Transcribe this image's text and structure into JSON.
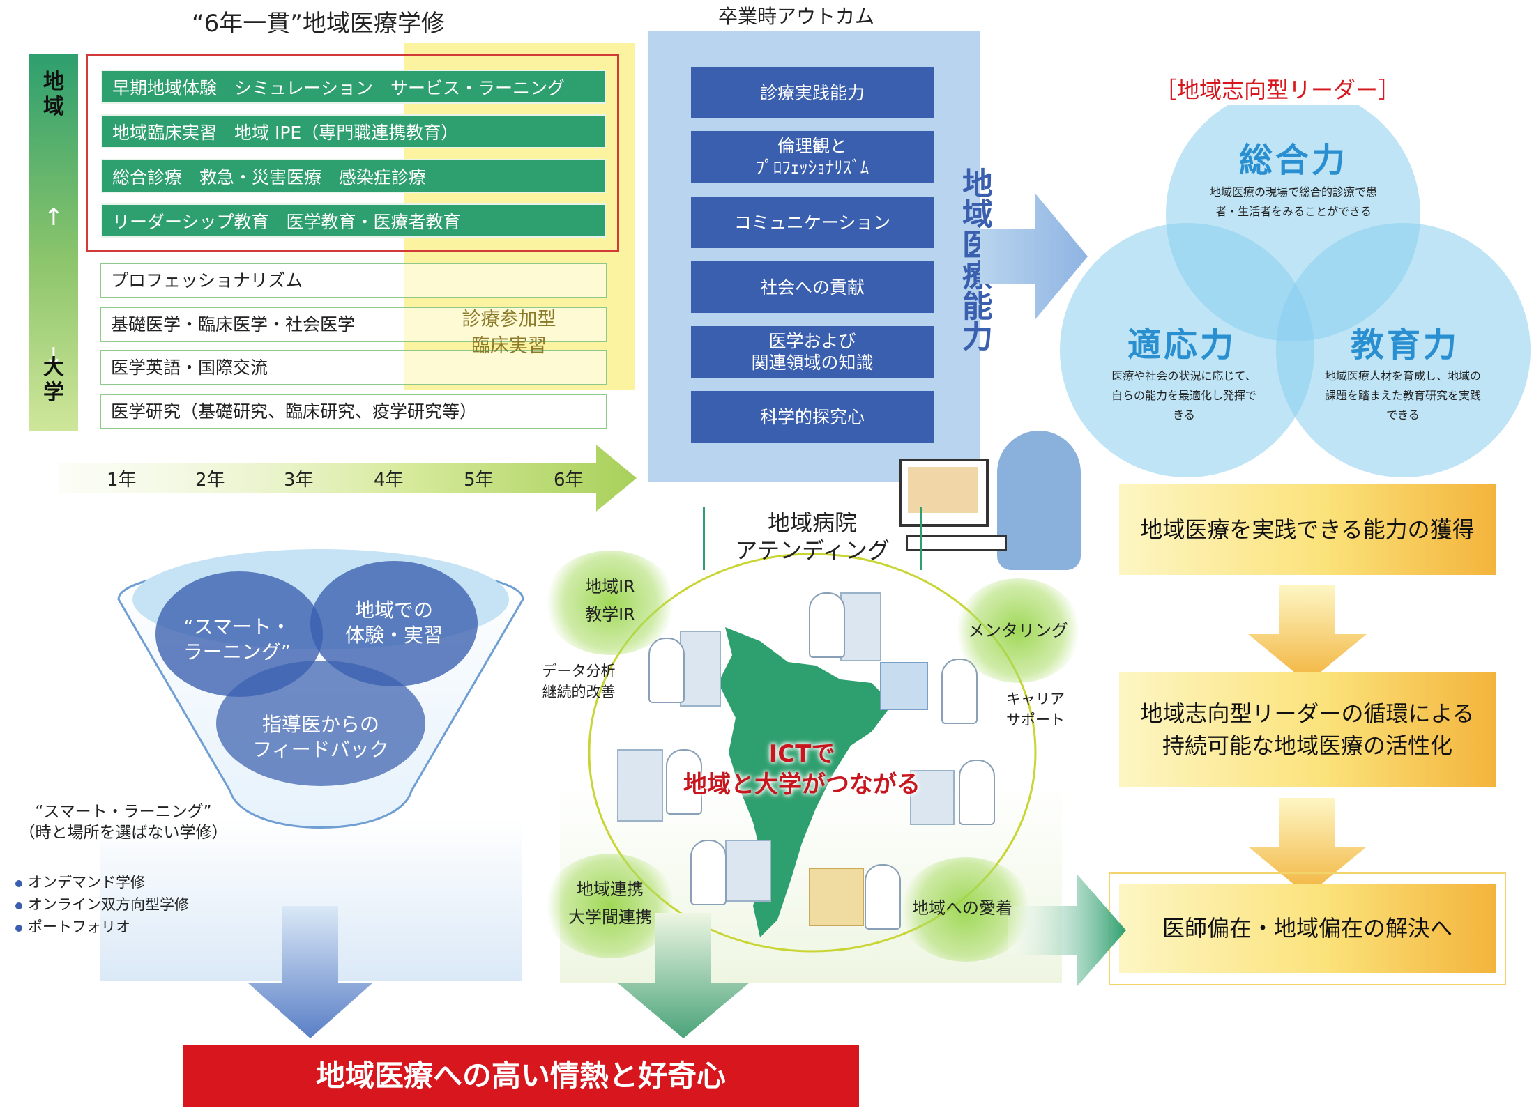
{
  "curriculum": {
    "title": "“6年一貫”地域医療学修",
    "axis_top": "地域",
    "axis_bottom": "大学",
    "axis_arrow": "↑\n↓",
    "green_rows": [
      "早期地域体験　シミュレーション　サービス・ラーニング",
      "地域臨床実習　地域 IPE（専門職連携教育）",
      "総合診療　救急・災害医療　感染症診療",
      "リーダーシップ教育　医学教育・医療者教育"
    ],
    "white_rows": [
      "プロフェッショナリズム",
      "基礎医学・臨床医学・社会医学",
      "医学英語・国際交流",
      "医学研究（基礎研究、臨床研究、疫学研究等）"
    ],
    "clerkship_label": "診療参加型\n臨床実習",
    "years": [
      "1年",
      "2年",
      "3年",
      "4年",
      "5年",
      "6年"
    ]
  },
  "outcomes": {
    "title": "卒業時アウトカム",
    "items": [
      "診療実践能力",
      "倫理観と\nﾌﾟﾛﾌｪｯｼｮﾅﾘｽﾞﾑ",
      "コミュニケーション",
      "社会への貢献",
      "医学および\n関連領域の知識",
      "科学的探究心"
    ],
    "vertical_label": "地域医療能力"
  },
  "leader": {
    "title": "［地域志向型リーダー］",
    "circles": [
      {
        "title": "総合力",
        "desc": "地域医療の現場で総合的診療で患\n者・生活者をみることができる"
      },
      {
        "title": "適応力",
        "desc": "医療や社会の状況に応じて、\n自らの能力を最適化し発揮で\nきる"
      },
      {
        "title": "教育力",
        "desc": "地域医療人材を育成し、地域の\n課題を踏まえた教育研究を実践\nできる"
      }
    ]
  },
  "results": [
    "地域医療を実践できる能力の獲得",
    "地域志向型リーダーの循環による\n持続可能な地域医療の活性化",
    "医師偏在・地域偏在の解決へ"
  ],
  "smart": {
    "circle1": "“スマート・\nラーニング”",
    "circle2": "地域での\n体験・実習",
    "circle3": "指導医からの\nフィードバック",
    "heading": "“スマート・ラーニング”\n（時と場所を選ばない学修）",
    "bullets": [
      "オンデマンド学修",
      "オンライン双方向型学修",
      "ポートフォリオ"
    ]
  },
  "network": {
    "attending_title": "地域病院\nアテンディング",
    "ir": "地域IR\n教学IR",
    "mentoring": "メンタリング",
    "data_analysis": "データ分析\n継続的改善",
    "career": "キャリア\nサポート",
    "ict": "ICTで\n地域と大学がつながる",
    "collab": "地域連携\n大学間連携",
    "attachment": "地域への愛着"
  },
  "passion": "地域医療への高い情熱と好奇心",
  "colors": {
    "green_bar": "#2e9f6e",
    "navy_box": "#3a5fae",
    "light_blue": "#b8d4ee",
    "red_banner": "#d7161e",
    "leader_red": "#d7161e",
    "circle_title": "#2a8fd0"
  }
}
